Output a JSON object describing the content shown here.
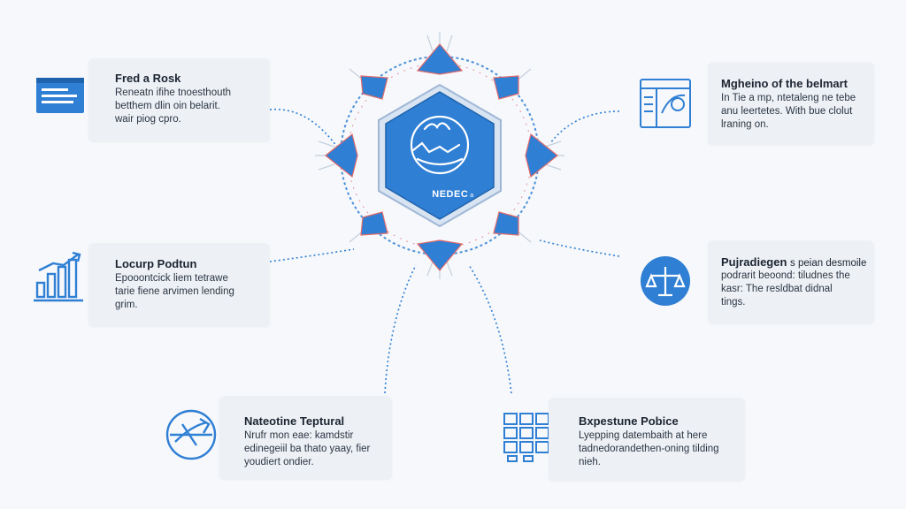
{
  "hub": {
    "label": "NEDEC",
    "suffix": "a",
    "color": "#2f7fd4"
  },
  "accent_color": "#2f7fd4",
  "nodes": [
    {
      "title": "Fred a Rosk",
      "body": "Reneatn ifihe tnoesthouth\nbetthem dlin oin belarit.\nwair piog cpro.",
      "icon": "browser-window-icon"
    },
    {
      "title": "Locurp Podtun",
      "body": "Epooontcick liem tetrawe\ntarie fiene arvimen lending\ngrim.",
      "icon": "bar-chart-growth-icon"
    },
    {
      "title": "Nateotine Teptural",
      "body": "Nrufr mon eae: kamdstir\nedinegeiil ba thato yaay, fier\nyoudiert ondier.",
      "icon": "plane-arrow-icon"
    },
    {
      "title": "Mgheino of the belmart",
      "body": "In Tie a mp, ntetaleng ne tebe\nanu leertetes. With bue clolut\nlraning on.",
      "icon": "blueprint-document-icon"
    },
    {
      "title": "Pujradiegen",
      "title_rest": "s peian desmoile",
      "body": "podrarit beoond: tiludnes the\nkasr: The resldbat didnal\ntings.",
      "icon": "scale-balance-icon"
    },
    {
      "title": "Bxpestune Pobice",
      "body": "Lyepping datembaith at here\ntadnedorandethen-oning tilding\nnieh.",
      "icon": "grid-blocks-icon"
    }
  ]
}
